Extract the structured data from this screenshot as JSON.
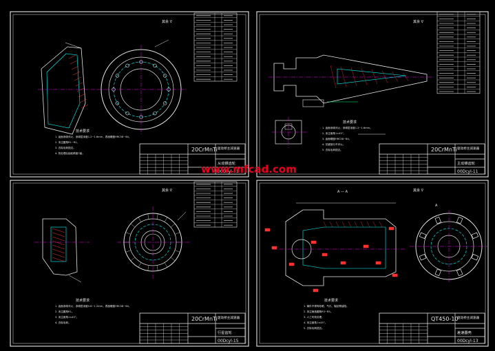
{
  "watermark": "www.mfcad.com",
  "sheets": [
    {
      "id": "sheet-1",
      "material": "20CrMnTi",
      "drawing_no": "00Dcyl-11",
      "title_line1": "驱动桥主减速器",
      "title_line2": "从动锥齿轮",
      "notes_heading": "技术要求",
      "notes": [
        "1. 齿面渗碳淬火，渗碳层深度1.2~1.6mm，表面硬度HRC58~64。",
        "2. 未注圆角R1~R2。",
        "3. 去除毛刺锐边。",
        "4. 热处理后齿轮精度7级。"
      ],
      "roughness_mark": "其余 ∇"
    },
    {
      "id": "sheet-2",
      "material": "20CrMnTi",
      "drawing_no": "00Dcyl-11",
      "title_line1": "驱动桥主减速器",
      "title_line2": "主动锥齿轮",
      "notes_heading": "技术要求",
      "notes": [
        "1. 齿面渗碳淬火，渗碳层深度1.2~1.6mm。",
        "2. 未注倒角1×45°。",
        "3. 齿面硬度HRC58~64。",
        "4. 花键部分不淬火。",
        "5. 去除毛刺锐边。"
      ],
      "roughness_mark": "其余 ∇"
    },
    {
      "id": "sheet-3",
      "material": "20CrMnTi",
      "drawing_no": "00Dcyl-15",
      "title_line1": "驱动桥主减速器",
      "title_line2": "行星齿轮",
      "notes_heading": "技术要求",
      "notes": [
        "1. 齿面渗碳淬火，渗碳层深度0.8~1.2mm，表面硬度HRC58~64。",
        "2. 未注圆角R1。",
        "3. 未注倒角1×45°。",
        "4. 去除毛刺。"
      ],
      "roughness_mark": "其余 ∇"
    },
    {
      "id": "sheet-4",
      "material": "QT450-10",
      "drawing_no": "00Dcyl-13",
      "title_line1": "驱动桥主减速器",
      "title_line2": "差速器壳",
      "section_label": "A — A",
      "view_label": "A",
      "notes_heading": "技术要求",
      "notes": [
        "1. 铸件不得有砂眼、气孔、裂纹等缺陷。",
        "2. 未注铸造圆角R3~R5。",
        "3. 人工时效处理。",
        "4. 未注倒角1×45°。",
        "5. 去除毛刺锐边。"
      ],
      "roughness_mark": "其余 ∇"
    }
  ]
}
